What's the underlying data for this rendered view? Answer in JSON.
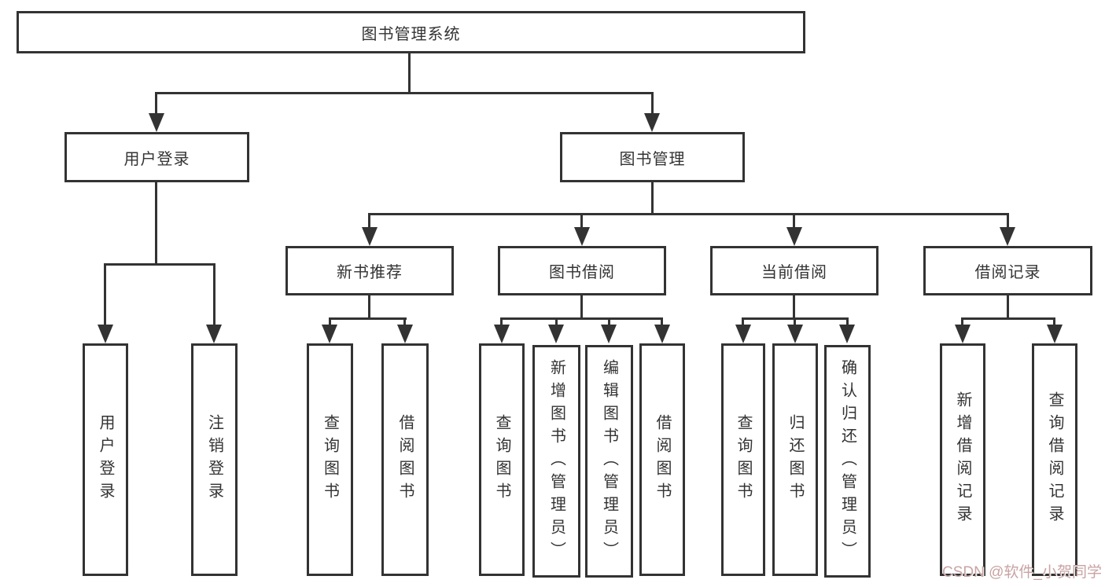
{
  "colors": {
    "line": "#333333",
    "box_border": "#333333",
    "box_background": "#ffffff",
    "label_text": "#333333",
    "watermark_text_color": "#c9a3a3",
    "page_background": "#ffffff"
  },
  "watermark": {
    "text": "CSDN @软件_小贺同学"
  },
  "nodes": {
    "root": {
      "label": "图书管理系统"
    },
    "user_login": {
      "label": "用户登录"
    },
    "book_mgmt": {
      "label": "图书管理"
    },
    "new_book_rec": {
      "label": "新书推荐"
    },
    "book_borrow": {
      "label": "图书借阅"
    },
    "current_borrow": {
      "label": "当前借阅"
    },
    "borrow_record": {
      "label": "借阅记录"
    },
    "ul_user_login": {
      "label": "用户登录"
    },
    "ul_logout": {
      "label": "注销登录"
    },
    "nbr_query_book": {
      "label": "查询图书"
    },
    "nbr_borrow_book": {
      "label": "借阅图书"
    },
    "bb_query_book": {
      "label": "查询图书"
    },
    "bb_add_book": {
      "label": "新增图书（管理员）"
    },
    "bb_edit_book": {
      "label": "编辑图书（管理员）"
    },
    "bb_borrow_book": {
      "label": "借阅图书"
    },
    "cb_query_book": {
      "label": "查询图书"
    },
    "cb_return_book": {
      "label": "归还图书"
    },
    "cb_confirm_return": {
      "label": "确认归还（管理员）"
    },
    "br_add_record": {
      "label": "新增借阅记录"
    },
    "br_query_record": {
      "label": "查询借阅记录"
    }
  },
  "hierarchy": {
    "图书管理系统": {
      "用户登录": [
        "用户登录",
        "注销登录"
      ],
      "图书管理": {
        "新书推荐": [
          "查询图书",
          "借阅图书"
        ],
        "图书借阅": [
          "查询图书",
          "新增图书（管理员）",
          "编辑图书（管理员）",
          "借阅图书"
        ],
        "当前借阅": [
          "查询图书",
          "归还图书",
          "确认归还（管理员）"
        ],
        "借阅记录": [
          "新增借阅记录",
          "查询借阅记录"
        ]
      }
    }
  }
}
